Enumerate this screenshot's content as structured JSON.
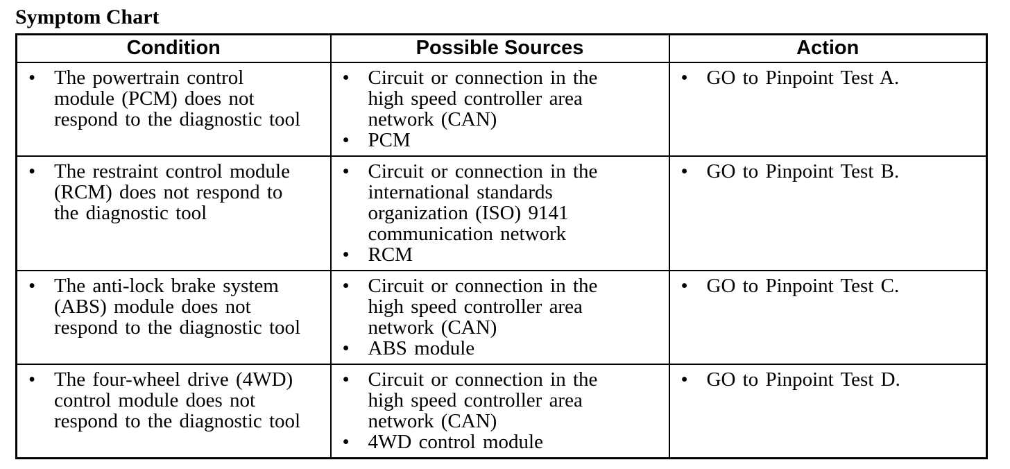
{
  "title": "Symptom Chart",
  "icons": {
    "bullet": "•"
  },
  "colors": {
    "background": "#ffffff",
    "text": "#000000",
    "border": "#000000"
  },
  "table": {
    "headers": [
      "Condition",
      "Possible Sources",
      "Action"
    ],
    "rows": [
      [
        [
          "The powertrain control module (PCM) does not respond to the diagnostic tool"
        ],
        [
          "Circuit or connection in the high speed controller area network (CAN)",
          "PCM"
        ],
        [
          "GO to Pinpoint Test A."
        ]
      ],
      [
        [
          "The restraint control module (RCM) does not respond to the diagnostic tool"
        ],
        [
          "Circuit or connection in the international standards organization (ISO) 9141 communication network",
          "RCM"
        ],
        [
          "GO to Pinpoint Test B."
        ]
      ],
      [
        [
          "The anti-lock brake system (ABS) module does not respond to the diagnostic tool"
        ],
        [
          "Circuit or connection in the high speed controller area network (CAN)",
          "ABS module"
        ],
        [
          "GO to Pinpoint Test C."
        ]
      ],
      [
        [
          "The four-wheel drive (4WD) control module does not respond to the diagnostic tool"
        ],
        [
          "Circuit or connection in the high speed controller area network (CAN)",
          "4WD control module"
        ],
        [
          "GO to Pinpoint Test D."
        ]
      ]
    ]
  }
}
